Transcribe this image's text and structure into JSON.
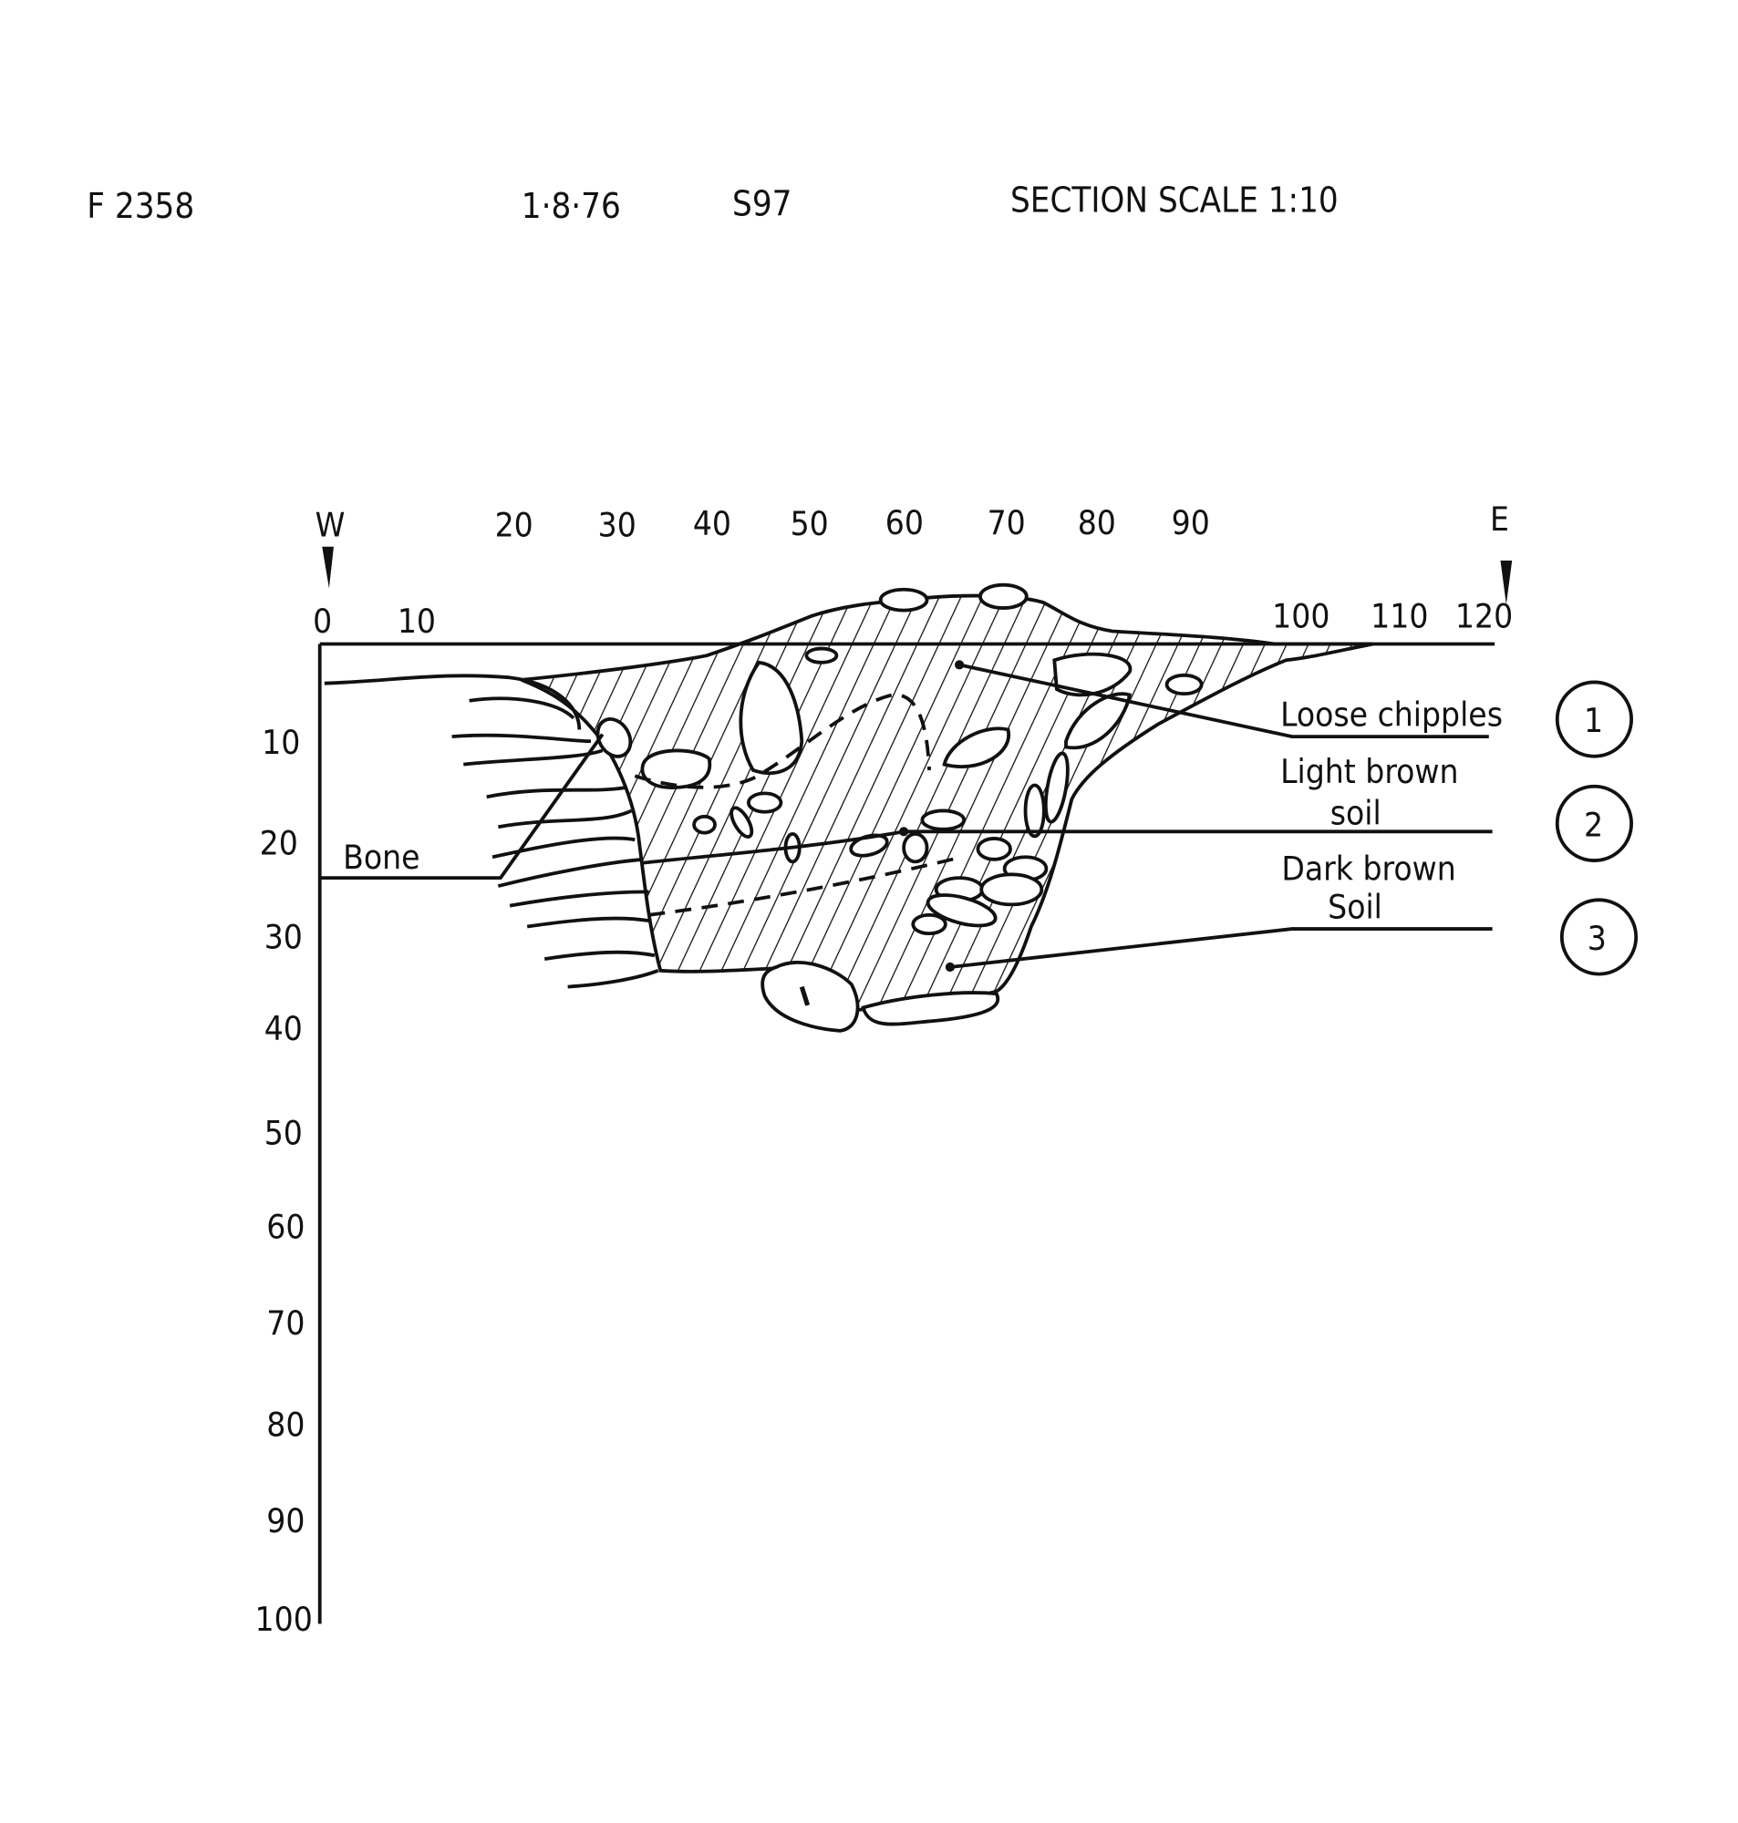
{
  "header": {
    "feature_id": "F 2358",
    "date": "1·8·76",
    "section_id": "S97",
    "scale": "SECTION SCALE  1:10"
  },
  "orientation": {
    "west": "W",
    "east": "E"
  },
  "horizontal_scale_upper": [
    "20",
    "30",
    "40",
    "50",
    "60",
    "70",
    "80",
    "90"
  ],
  "horizontal_scale_lower": [
    "0",
    "10",
    "100",
    "110",
    "120"
  ],
  "vertical_scale": [
    "10",
    "20",
    "30",
    "40",
    "50",
    "60",
    "70",
    "80",
    "90",
    "100"
  ],
  "annotations": {
    "bone": "Bone"
  },
  "layers": [
    {
      "number": "1",
      "lines": [
        "Loose chipples"
      ]
    },
    {
      "number": "2",
      "lines": [
        "Light brown",
        "soil"
      ]
    },
    {
      "number": "3",
      "lines": [
        "Dark brown",
        "Soil"
      ]
    }
  ]
}
